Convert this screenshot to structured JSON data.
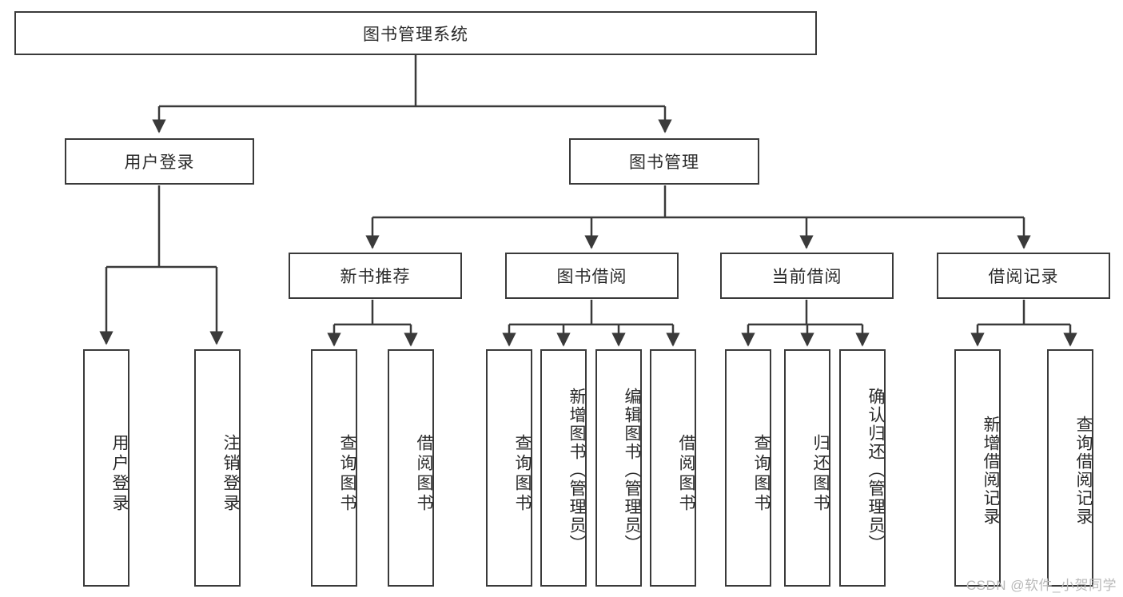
{
  "diagram": {
    "title": "图书管理系统",
    "type": "hierarchy-tree",
    "root": {
      "label": "图书管理系统"
    },
    "level2": [
      {
        "label": "用户登录"
      },
      {
        "label": "图书管理"
      }
    ],
    "level3": [
      {
        "label": "新书推荐"
      },
      {
        "label": "图书借阅"
      },
      {
        "label": "当前借阅"
      },
      {
        "label": "借阅记录"
      }
    ],
    "leaves": {
      "user_login": [
        {
          "label": "用户登录"
        },
        {
          "label": "注销登录"
        }
      ],
      "new_book_recommend": [
        {
          "label": "查询图书"
        },
        {
          "label": "借阅图书"
        }
      ],
      "book_borrow": [
        {
          "label": "查询图书"
        },
        {
          "label": "新增图书（管理员）"
        },
        {
          "label": "编辑图书（管理员）"
        },
        {
          "label": "借阅图书"
        }
      ],
      "current_borrow": [
        {
          "label": "查询图书"
        },
        {
          "label": "归还图书"
        },
        {
          "label": "确认归还（管理员）"
        }
      ],
      "borrow_record": [
        {
          "label": "新增借阅记录"
        },
        {
          "label": "查询借阅记录"
        }
      ]
    },
    "watermark": "CSDN @软件_小贺同学",
    "colors": {
      "stroke": "#3a3a3a",
      "fill": "#ffffff",
      "text": "#2b2b2b",
      "watermark": "#b9b9b9"
    }
  }
}
